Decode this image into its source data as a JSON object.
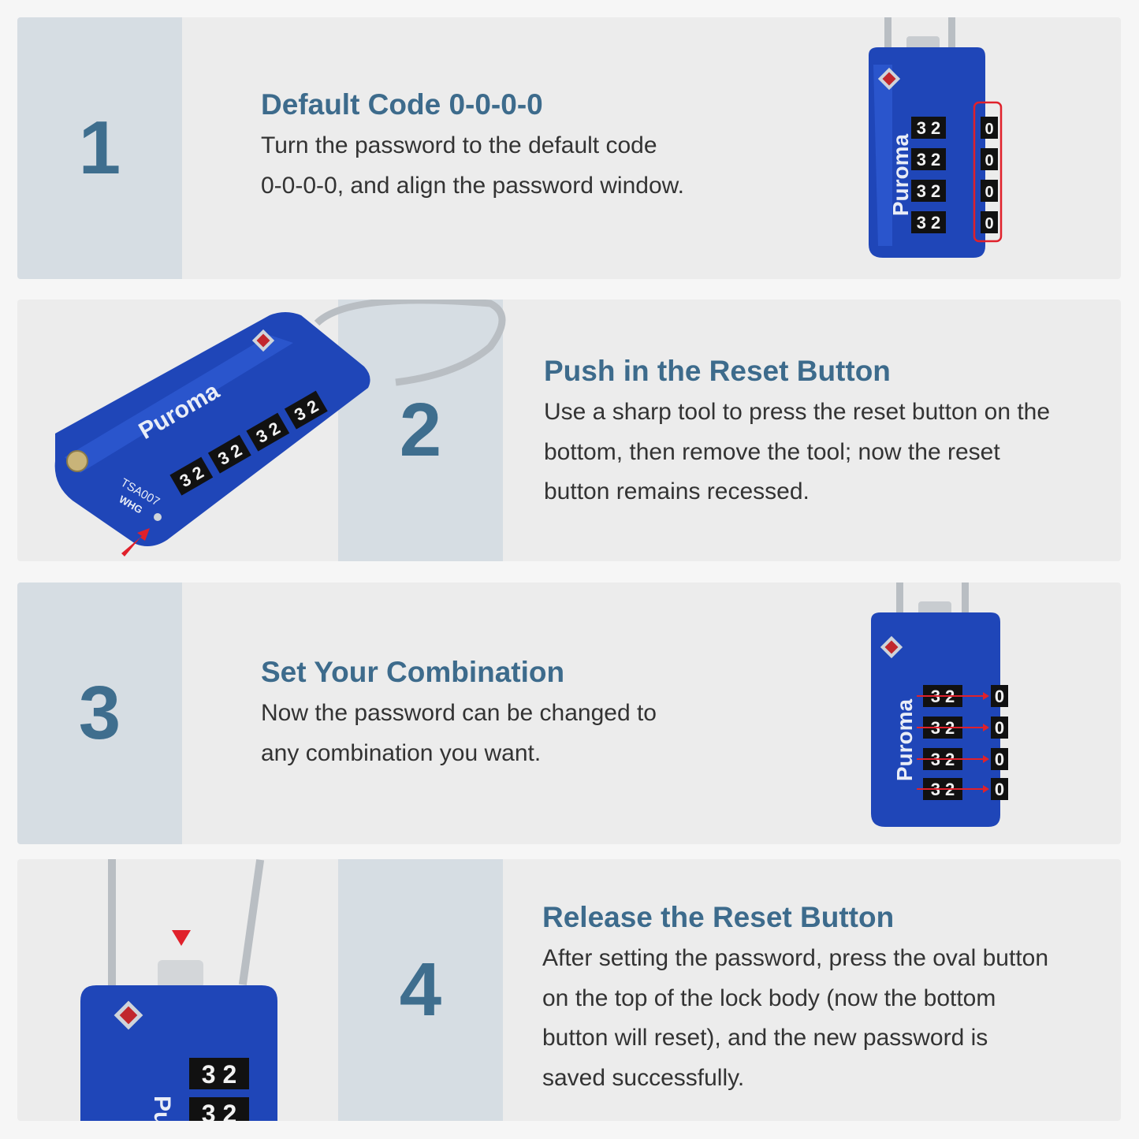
{
  "steps": [
    {
      "number": "1",
      "title": "Default Code 0-0-0-0",
      "lines": [
        "Turn the password to the default code",
        "0-0-0-0, and align the password window."
      ]
    },
    {
      "number": "2",
      "title": "Push in the Reset Button",
      "lines": [
        "Use a sharp tool to press the reset button on the",
        "bottom, then remove the tool; now the reset",
        "button remains recessed."
      ]
    },
    {
      "number": "3",
      "title": "Set Your Combination",
      "lines": [
        "Now the password can be changed to",
        "any combination you want."
      ]
    },
    {
      "number": "4",
      "title": "Release the Reset Button",
      "lines": [
        "After setting the password, press the oval button",
        "on the top of the lock body (now the bottom",
        "button will reset), and the new password is",
        "saved successfully."
      ]
    }
  ],
  "lock": {
    "brand": "Puroma",
    "model": "TSA007",
    "mark": "WHG",
    "dial_pair": "3 2",
    "dial_zero": "0"
  },
  "colors": {
    "accent": "#3d6b8c",
    "number_column": "#d6dde3",
    "lock_blue": "#1f46b8",
    "highlight_red": "#e0212b"
  }
}
